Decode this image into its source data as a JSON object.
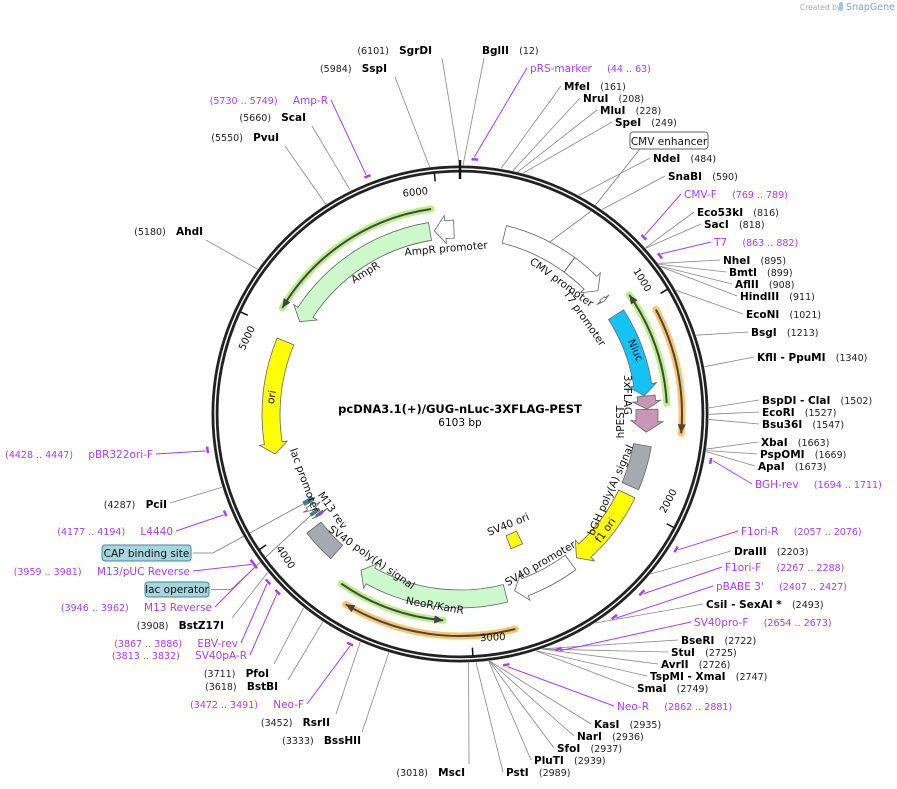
{
  "watermark": {
    "created_by": "Created by",
    "brand": "SnapGene"
  },
  "plasmid": {
    "name": "pcDNA3.1(+)/GUG-nLuc-3XFLAG-PEST",
    "length_label": "6103 bp",
    "length": 6103
  },
  "ticks": [
    "1000",
    "2000",
    "3000",
    "4000",
    "5000",
    "6000"
  ],
  "enzymes": [
    {
      "name": "SgrDI",
      "site": 6101
    },
    {
      "name": "BglII",
      "site": 12
    },
    {
      "name": "SspI",
      "site": 5984
    },
    {
      "name": "MfeI",
      "site": 161
    },
    {
      "name": "NruI",
      "site": 208
    },
    {
      "name": "MluI",
      "site": 228
    },
    {
      "name": "SpeI",
      "site": 249
    },
    {
      "name": "NdeI",
      "site": 484
    },
    {
      "name": "SnaBI",
      "site": 590
    },
    {
      "name": "Eco53kI",
      "site": 816
    },
    {
      "name": "SacI",
      "site": 818
    },
    {
      "name": "NheI",
      "site": 895
    },
    {
      "name": "BmtI",
      "site": 899
    },
    {
      "name": "AflII",
      "site": 908
    },
    {
      "name": "HindIII",
      "site": 911
    },
    {
      "name": "EcoNI",
      "site": 1021
    },
    {
      "name": "BsgI",
      "site": 1213
    },
    {
      "name": "KflI  - PpuMI",
      "site": 1340
    },
    {
      "name": "BspDI  - ClaI",
      "site": 1502
    },
    {
      "name": "EcoRI",
      "site": 1527
    },
    {
      "name": "Bsu36I",
      "site": 1547
    },
    {
      "name": "XbaI",
      "site": 1663
    },
    {
      "name": "PspOMI",
      "site": 1669
    },
    {
      "name": "ApaI",
      "site": 1673
    },
    {
      "name": "DraIII",
      "site": 2203
    },
    {
      "name": "CsiI  - SexAI *",
      "site": 2493
    },
    {
      "name": "BseRI",
      "site": 2722
    },
    {
      "name": "StuI",
      "site": 2725
    },
    {
      "name": "AvrII",
      "site": 2726
    },
    {
      "name": "TspMI  - XmaI",
      "site": 2747
    },
    {
      "name": "SmaI",
      "site": 2749
    },
    {
      "name": "KasI",
      "site": 2935
    },
    {
      "name": "NarI",
      "site": 2936
    },
    {
      "name": "SfoI",
      "site": 2937
    },
    {
      "name": "PluTI",
      "site": 2939
    },
    {
      "name": "PstI",
      "site": 2989
    },
    {
      "name": "MscI",
      "site": 3018
    },
    {
      "name": "BssHII",
      "site": 3333
    },
    {
      "name": "RsrII",
      "site": 3452
    },
    {
      "name": "BstBI",
      "site": 3618
    },
    {
      "name": "PfoI",
      "site": 3711
    },
    {
      "name": "BstZ17I",
      "site": 3908
    },
    {
      "name": "PciI",
      "site": 4287
    },
    {
      "name": "AhdI",
      "site": 5180
    },
    {
      "name": "PvuI",
      "site": 5550
    },
    {
      "name": "ScaI",
      "site": 5660
    }
  ],
  "primers": [
    {
      "name": "pRS-marker",
      "start": 44,
      "end": 63
    },
    {
      "name": "Amp-R",
      "start": 5730,
      "end": 5749
    },
    {
      "name": "CMV-F",
      "start": 769,
      "end": 789
    },
    {
      "name": "T7",
      "start": 863,
      "end": 882
    },
    {
      "name": "BGH-rev",
      "start": 1694,
      "end": 1711
    },
    {
      "name": "F1ori-R",
      "start": 2057,
      "end": 2076
    },
    {
      "name": "F1ori-F",
      "start": 2267,
      "end": 2288
    },
    {
      "name": "pBABE 3'",
      "start": 2407,
      "end": 2427
    },
    {
      "name": "SV40pro-F",
      "start": 2654,
      "end": 2673
    },
    {
      "name": "Neo-R",
      "start": 2862,
      "end": 2881
    },
    {
      "name": "Neo-F",
      "start": 3472,
      "end": 3491
    },
    {
      "name": "SV40pA-R",
      "start": 3813,
      "end": 3832
    },
    {
      "name": "EBV-rev",
      "start": 3867,
      "end": 3886
    },
    {
      "name": "M13 Reverse",
      "start": 3946,
      "end": 3962
    },
    {
      "name": "M13/pUC Reverse",
      "start": 3959,
      "end": 3981
    },
    {
      "name": "L4440",
      "start": 4177,
      "end": 4194
    },
    {
      "name": "pBR322ori-F",
      "start": 4428,
      "end": 4447
    }
  ],
  "features": [
    {
      "name": "AmpR promoter",
      "start": 5968,
      "end": 6071,
      "direction": -1,
      "color": "#ffffff"
    },
    {
      "name": "AmpR",
      "start": 5085,
      "end": 5945,
      "direction": -1,
      "color": "#ccf8cc"
    },
    {
      "name": "CMV enhancer",
      "start": 235,
      "end": 614,
      "direction": 0,
      "color": "#ffffff",
      "boxed": true
    },
    {
      "name": "CMV promoter",
      "start": 615,
      "end": 818,
      "direction": 1,
      "color": "#ffffff"
    },
    {
      "name": "T7 promoter",
      "start": 863,
      "end": 881,
      "direction": 1,
      "color": "#ffffff"
    },
    {
      "name": "Nluc",
      "start": 975,
      "end": 1430,
      "direction": 1,
      "color": "#13c3f5"
    },
    {
      "name": "3xFLAG",
      "start": 1432,
      "end": 1500,
      "direction": 1,
      "color": "#c997b5"
    },
    {
      "name": "hPEST",
      "start": 1502,
      "end": 1620,
      "direction": 1,
      "color": "#c997b5"
    },
    {
      "name": "bGH poly(A) signal",
      "start": 1690,
      "end": 1915,
      "direction": 0,
      "color": "#a6aab0"
    },
    {
      "name": "f1 ori",
      "start": 1960,
      "end": 2390,
      "direction": 1,
      "color": "#ffff00"
    },
    {
      "name": "SV40 promoter",
      "start": 2430,
      "end": 2760,
      "direction": 1,
      "color": "#ffffff"
    },
    {
      "name": "SV40 ori",
      "start": 2615,
      "end": 2700,
      "direction": 0,
      "color": "#ffff00"
    },
    {
      "name": "NeoR/KanR",
      "start": 2810,
      "end": 3600,
      "direction": 1,
      "color": "#ccf8cc"
    },
    {
      "name": "SV40 poly(A) signal",
      "start": 3760,
      "end": 3935,
      "direction": 0,
      "color": "#a6aab0"
    },
    {
      "name": "M13 rev",
      "start": 3968,
      "end": 3984,
      "direction": -1,
      "color": "#a73cf0"
    },
    {
      "name": "lac operator",
      "start": 3992,
      "end": 4008,
      "direction": 0,
      "color": "#2e8a9c",
      "boxed": true
    },
    {
      "name": "lac promoter",
      "start": 4015,
      "end": 4045,
      "direction": -1,
      "color": "#ffffff"
    },
    {
      "name": "CAP binding site",
      "start": 4060,
      "end": 4082,
      "direction": 0,
      "color": "#2e8a9c",
      "boxed": true
    },
    {
      "name": "ori",
      "start": 4370,
      "end": 4960,
      "direction": -1,
      "color": "#ffff00"
    }
  ],
  "orfs": [
    {
      "start": 5100,
      "end": 5967,
      "direction": -1,
      "color": "#b8f08a"
    },
    {
      "start": 930,
      "end": 1475,
      "direction": -1,
      "color": "#b8f08a"
    },
    {
      "start": 1050,
      "end": 1610,
      "direction": 1,
      "color": "#ffc56e"
    },
    {
      "start": 3130,
      "end": 3645,
      "direction": -1,
      "color": "#b8f08a"
    },
    {
      "start": 2807,
      "end": 3577,
      "direction": 1,
      "color": "#ffc56e"
    }
  ],
  "colors": {
    "backbone": "#222222",
    "primer": "#a53ff0",
    "enzyme_line": "#888888",
    "box_fill": "#a8d4dd"
  }
}
